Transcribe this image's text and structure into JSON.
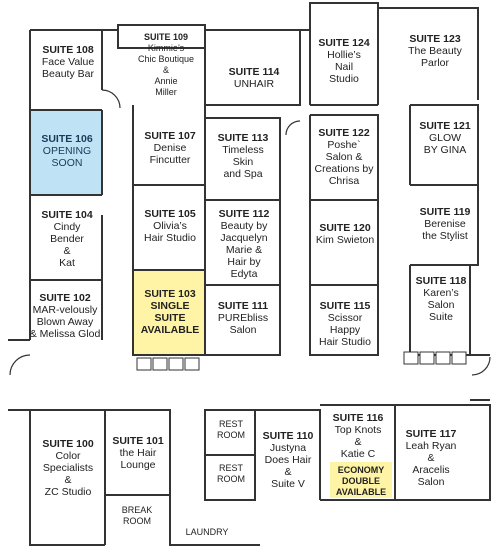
{
  "colors": {
    "wall": "#333333",
    "vacant": "#fff3a6",
    "opening": "#bfe3f5",
    "chair": "#ffffff"
  },
  "suites": {
    "s108": {
      "num": "SUITE 108",
      "name": "Face Value\nBeauty Bar"
    },
    "s109": {
      "num": "SUITE 109",
      "name": "Kimmie’s\nChic Boutique\n&\nAnnie\nMiller"
    },
    "s114": {
      "num": "SUITE 114",
      "name": "UNHAIR"
    },
    "s124": {
      "num": "SUITE 124",
      "name": "Hollie’s\nNail\nStudio"
    },
    "s123": {
      "num": "SUITE 123",
      "name": "The Beauty\nParlor"
    },
    "s106": {
      "num": "SUITE 106",
      "name": "OPENING\nSOON"
    },
    "s107": {
      "num": "SUITE 107",
      "name": "Denise\nFincutter"
    },
    "s113": {
      "num": "SUITE 113",
      "name": "Timeless\nSkin\nand Spa"
    },
    "s122": {
      "num": "SUITE 122",
      "name": "Poshe`\nSalon &\nCreations by\nChrisa"
    },
    "s121": {
      "num": "SUITE 121",
      "name": "GLOW\nBY GINA"
    },
    "s104": {
      "num": "SUITE 104",
      "name": "Cindy\nBender\n&\nKat"
    },
    "s105": {
      "num": "SUITE 105",
      "name": "Olivia’s\nHair Studio"
    },
    "s112": {
      "num": "SUITE 112",
      "name": "Beauty by\nJacquelyn\nMarie &\nHair by\nEdyta"
    },
    "s120": {
      "num": "SUITE 120",
      "name": "Kim Swieton"
    },
    "s119": {
      "num": "SUITE 119",
      "name": "Berenise\nthe Stylist"
    },
    "s118": {
      "num": "SUITE 118",
      "name": "Karen’s\nSalon\nSuite"
    },
    "s102": {
      "num": "SUITE 102",
      "name": "MAR-velously\nBlown Away\n& Melissa Glod"
    },
    "s103": {
      "num": "SUITE 103",
      "name": "SINGLE\nSUITE\nAVAILABLE"
    },
    "s111": {
      "num": "SUITE 111",
      "name": "PUREbliss\nSalon"
    },
    "s115": {
      "num": "SUITE 115",
      "name": "Scissor\nHappy\nHair Studio"
    },
    "s100": {
      "num": "SUITE 100",
      "name": "Color\nSpecialists\n&\nZC Studio"
    },
    "s101": {
      "num": "SUITE 101",
      "name": "the Hair\nLounge"
    },
    "s110": {
      "num": "SUITE 110",
      "name": "Justyna\nDoes Hair\n&\nSuite V"
    },
    "s116": {
      "num": "SUITE 116",
      "name": "Top Knots\n&\nKatie C",
      "badge": "ECONOMY\nDOUBLE\nAVAILABLE"
    },
    "s117": {
      "num": "SUITE 117",
      "name": "Leah Ryan\n&\nAracelis\nSalon"
    }
  },
  "rooms": {
    "rest1": "REST\nROOM",
    "rest2": "REST\nROOM",
    "break": "BREAK\nROOM",
    "laundry": "LAUNDRY"
  }
}
